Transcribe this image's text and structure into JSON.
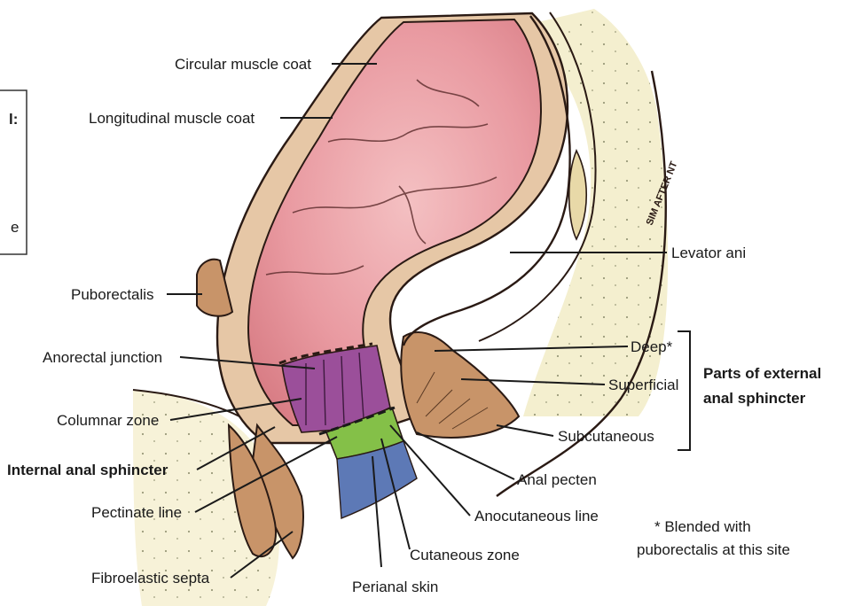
{
  "labels": {
    "circular_muscle_coat": "Circular muscle coat",
    "longitudinal_muscle_coat": "Longitudinal muscle coat",
    "puborectalis": "Puborectalis",
    "anorectal_junction": "Anorectal junction",
    "columnar_zone": "Columnar zone",
    "internal_anal_sphincter": "Internal anal sphincter",
    "pectinate_line": "Pectinate line",
    "fibroelastic_septa": "Fibroelastic septa",
    "perianal_skin": "Perianal skin",
    "cutaneous_zone": "Cutaneous zone",
    "anocutaneous_line": "Anocutaneous line",
    "anal_pecten": "Anal pecten",
    "subcutaneous": "Subcutaneous",
    "superficial": "Superficial",
    "deep": "Deep*",
    "levator_ani": "Levator ani",
    "external_sphincter_line1": "Parts of external",
    "external_sphincter_line2": "anal sphincter",
    "footnote_line1": "* Blended with",
    "footnote_line2": "puborectalis at this site",
    "signature": "SIM AFTER NT",
    "left_box_fragment_1": "l:",
    "left_box_fragment_2": "e"
  },
  "colors": {
    "rectal_mucosa": "#e99aa1",
    "columnar_zone": "#9b4f9a",
    "pecten_green": "#84c048",
    "cutaneous_blue": "#5d79b6",
    "muscle_tan": "#c89469",
    "fat_cream": "#f4efcf",
    "outline": "#2a1a14"
  }
}
